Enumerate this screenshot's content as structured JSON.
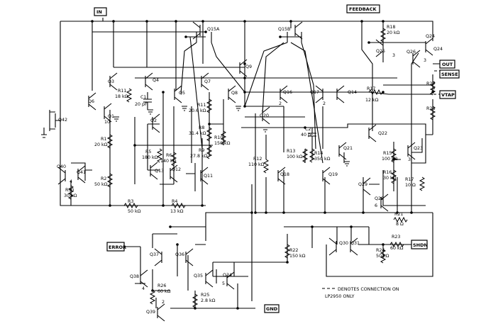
{
  "pins": {
    "in": "IN",
    "feedback": "FEEDBACK",
    "out": "OUT",
    "sense": "SENSE",
    "vtap": "VTAP",
    "error": "ERROR",
    "shdn": "SHDN",
    "gnd": "GND"
  },
  "transistors": {
    "q1": "Q1",
    "q2": "Q2",
    "q3": "Q3",
    "q4": "Q4",
    "q5": "Q5",
    "q6": "Q6",
    "q7": "Q7",
    "q8": "Q8",
    "q9": "Q9",
    "q11": "Q11",
    "q12": "Q12",
    "q13": "Q13",
    "q14": "Q14",
    "q15a": "Q15A",
    "q15b": "Q15B",
    "q16": "Q16",
    "q17": "Q17",
    "q18": "Q18",
    "q19": "Q19",
    "q20": "Q20",
    "q21": "Q21",
    "q22": "Q22",
    "q23": "Q23",
    "q24": "Q24",
    "q25": "Q25",
    "q26": "Q26",
    "q28": "Q28",
    "q29": "Q29",
    "q30": "Q30",
    "q31": "Q31",
    "q34": "Q34",
    "q35": "Q35",
    "q36": "Q36",
    "q37": "Q37",
    "q38": "Q38",
    "q39": "Q39",
    "q40": "Q40",
    "q41": "Q41",
    "q42": "Q42"
  },
  "resistors": {
    "r1": "R1",
    "r1v": "20 kΩ",
    "r2": "R2",
    "r2v": "50 kΩ",
    "r3": "R3",
    "r3v": "50 kΩ",
    "r4": "R4",
    "r4v": "13 kΩ",
    "r5": "R5",
    "r5v": "180 kΩ",
    "r6": "R6",
    "r6v": "140 kΩ",
    "r8": "R8",
    "r8v": "31.4 kΩ",
    "r9": "R9",
    "r9v": "27.8 kΩ",
    "r10": "R10",
    "r10v": "150 kΩ",
    "r11a": "R11",
    "r11av": "18 kΩ",
    "r11b": "R11",
    "r11bv": "20.6 kΩ",
    "r12": "R12",
    "r12v": "110 kΩ",
    "r13": "R13",
    "r13v": "100 kΩ",
    "r14": "R14",
    "r14v": "350 kΩ",
    "r15": "R15",
    "r15v": "100 kΩ",
    "r16": "R16",
    "r16v": "30 kΩ",
    "r17a": "R17",
    "r17av": "12 kΩ",
    "r17b": "R17",
    "r17bv": "10 Ω",
    "r18": "R18",
    "r18v": "20 kΩ",
    "r21": "R21",
    "r21v": "8 Ω",
    "r22": "R22",
    "r22v": "150 kΩ",
    "r23": "R23",
    "r23v": "60 kΩ",
    "r24": "R24",
    "r24v": "50 kΩ",
    "r25": "R25",
    "r25v": "2.8 kΩ",
    "r26": "R26",
    "r26v": "60 kΩ",
    "r27": "R27",
    "r28": "R28",
    "r30": "R30",
    "r30v": "30 kΩ"
  },
  "capacitors": {
    "c1": "C1",
    "c1v": "20 pF",
    "c2": "C2",
    "c2v": "40 pF"
  },
  "emitter_ratios": [
    "10",
    "4",
    "2",
    "2",
    "3",
    "3",
    "3",
    "6",
    "4",
    "2",
    "5"
  ],
  "legend": {
    "line1": "DENOTES CONNECTION ON",
    "line2": "LP2950 ONLY"
  }
}
